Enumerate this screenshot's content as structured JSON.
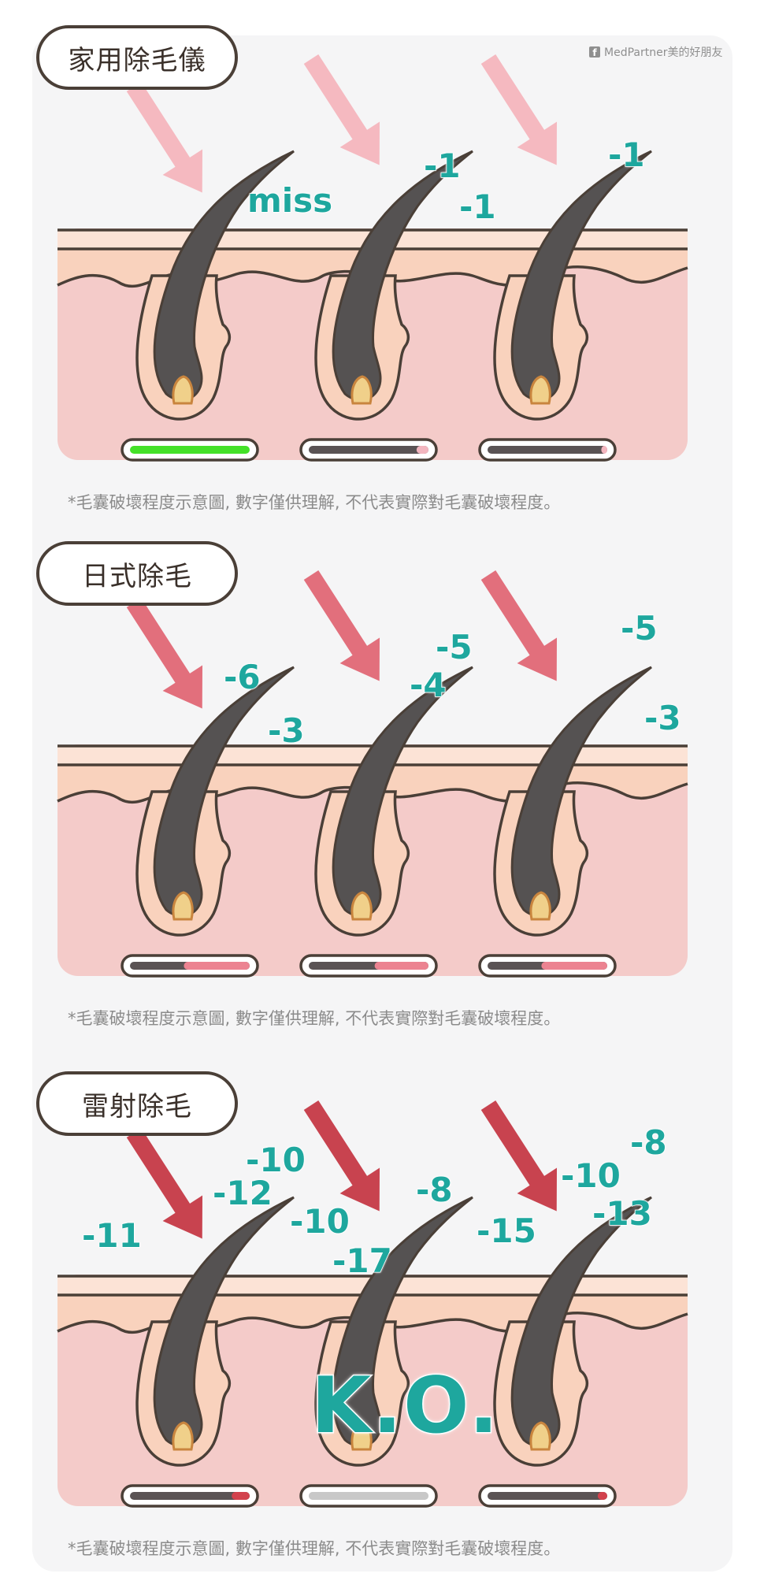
{
  "brand": {
    "icon": "facebook-icon",
    "label": "MedPartner美的好朋友"
  },
  "colors": {
    "skin_top": "#fce3d6",
    "skin_band": "#f9d2bd",
    "dermis": "#f4cbc9",
    "outline": "#4a3f37",
    "hair": "#555252",
    "bulb": "#f0d08a",
    "bar_full_green": "#44e128",
    "bar_pink": "#f3b6bf",
    "bar_mid": "#ec8391",
    "bar_red": "#d2424d",
    "bar_empty": "#c8c8c8",
    "number_teal": "#1ea79e"
  },
  "sections": [
    {
      "title": "家用除毛儀",
      "arrow_color": "#f5b9c0",
      "numbers": [
        "miss",
        "-1",
        "-1",
        "-1"
      ],
      "bars": [
        {
          "level": 1.0,
          "fill": "#44e128"
        },
        {
          "level": 0.1,
          "fill": "#f3b6bf"
        },
        {
          "level": 0.05,
          "fill": "#f3b6bf"
        }
      ],
      "caption": "*毛囊破壞程度示意圖, 數字僅供理解, 不代表實際對毛囊破壞程度。"
    },
    {
      "title": "日式除毛",
      "arrow_color": "#e26f7c",
      "numbers": [
        "-6",
        "-3",
        "-5",
        "-4",
        "-5",
        "-3"
      ],
      "bars": [
        {
          "level": 0.55,
          "fill": "#ec8391"
        },
        {
          "level": 0.45,
          "fill": "#ec8391"
        },
        {
          "level": 0.55,
          "fill": "#ec8391"
        }
      ],
      "caption": "*毛囊破壞程度示意圖, 數字僅供理解, 不代表實際對毛囊破壞程度。"
    },
    {
      "title": "雷射除毛",
      "arrow_color": "#c8434f",
      "numbers": [
        "-10",
        "-12",
        "-11",
        "-10",
        "-17",
        "-8",
        "-15",
        "-10",
        "-8",
        "-13"
      ],
      "ko": "K.O.",
      "bars": [
        {
          "level": 0.15,
          "fill": "#d2424d"
        },
        {
          "level": 0.0,
          "fill": "#c8c8c8"
        },
        {
          "level": 0.08,
          "fill": "#d2424d"
        }
      ],
      "caption": "*毛囊破壞程度示意圖, 數字僅供理解, 不代表實際對毛囊破壞程度。"
    }
  ]
}
